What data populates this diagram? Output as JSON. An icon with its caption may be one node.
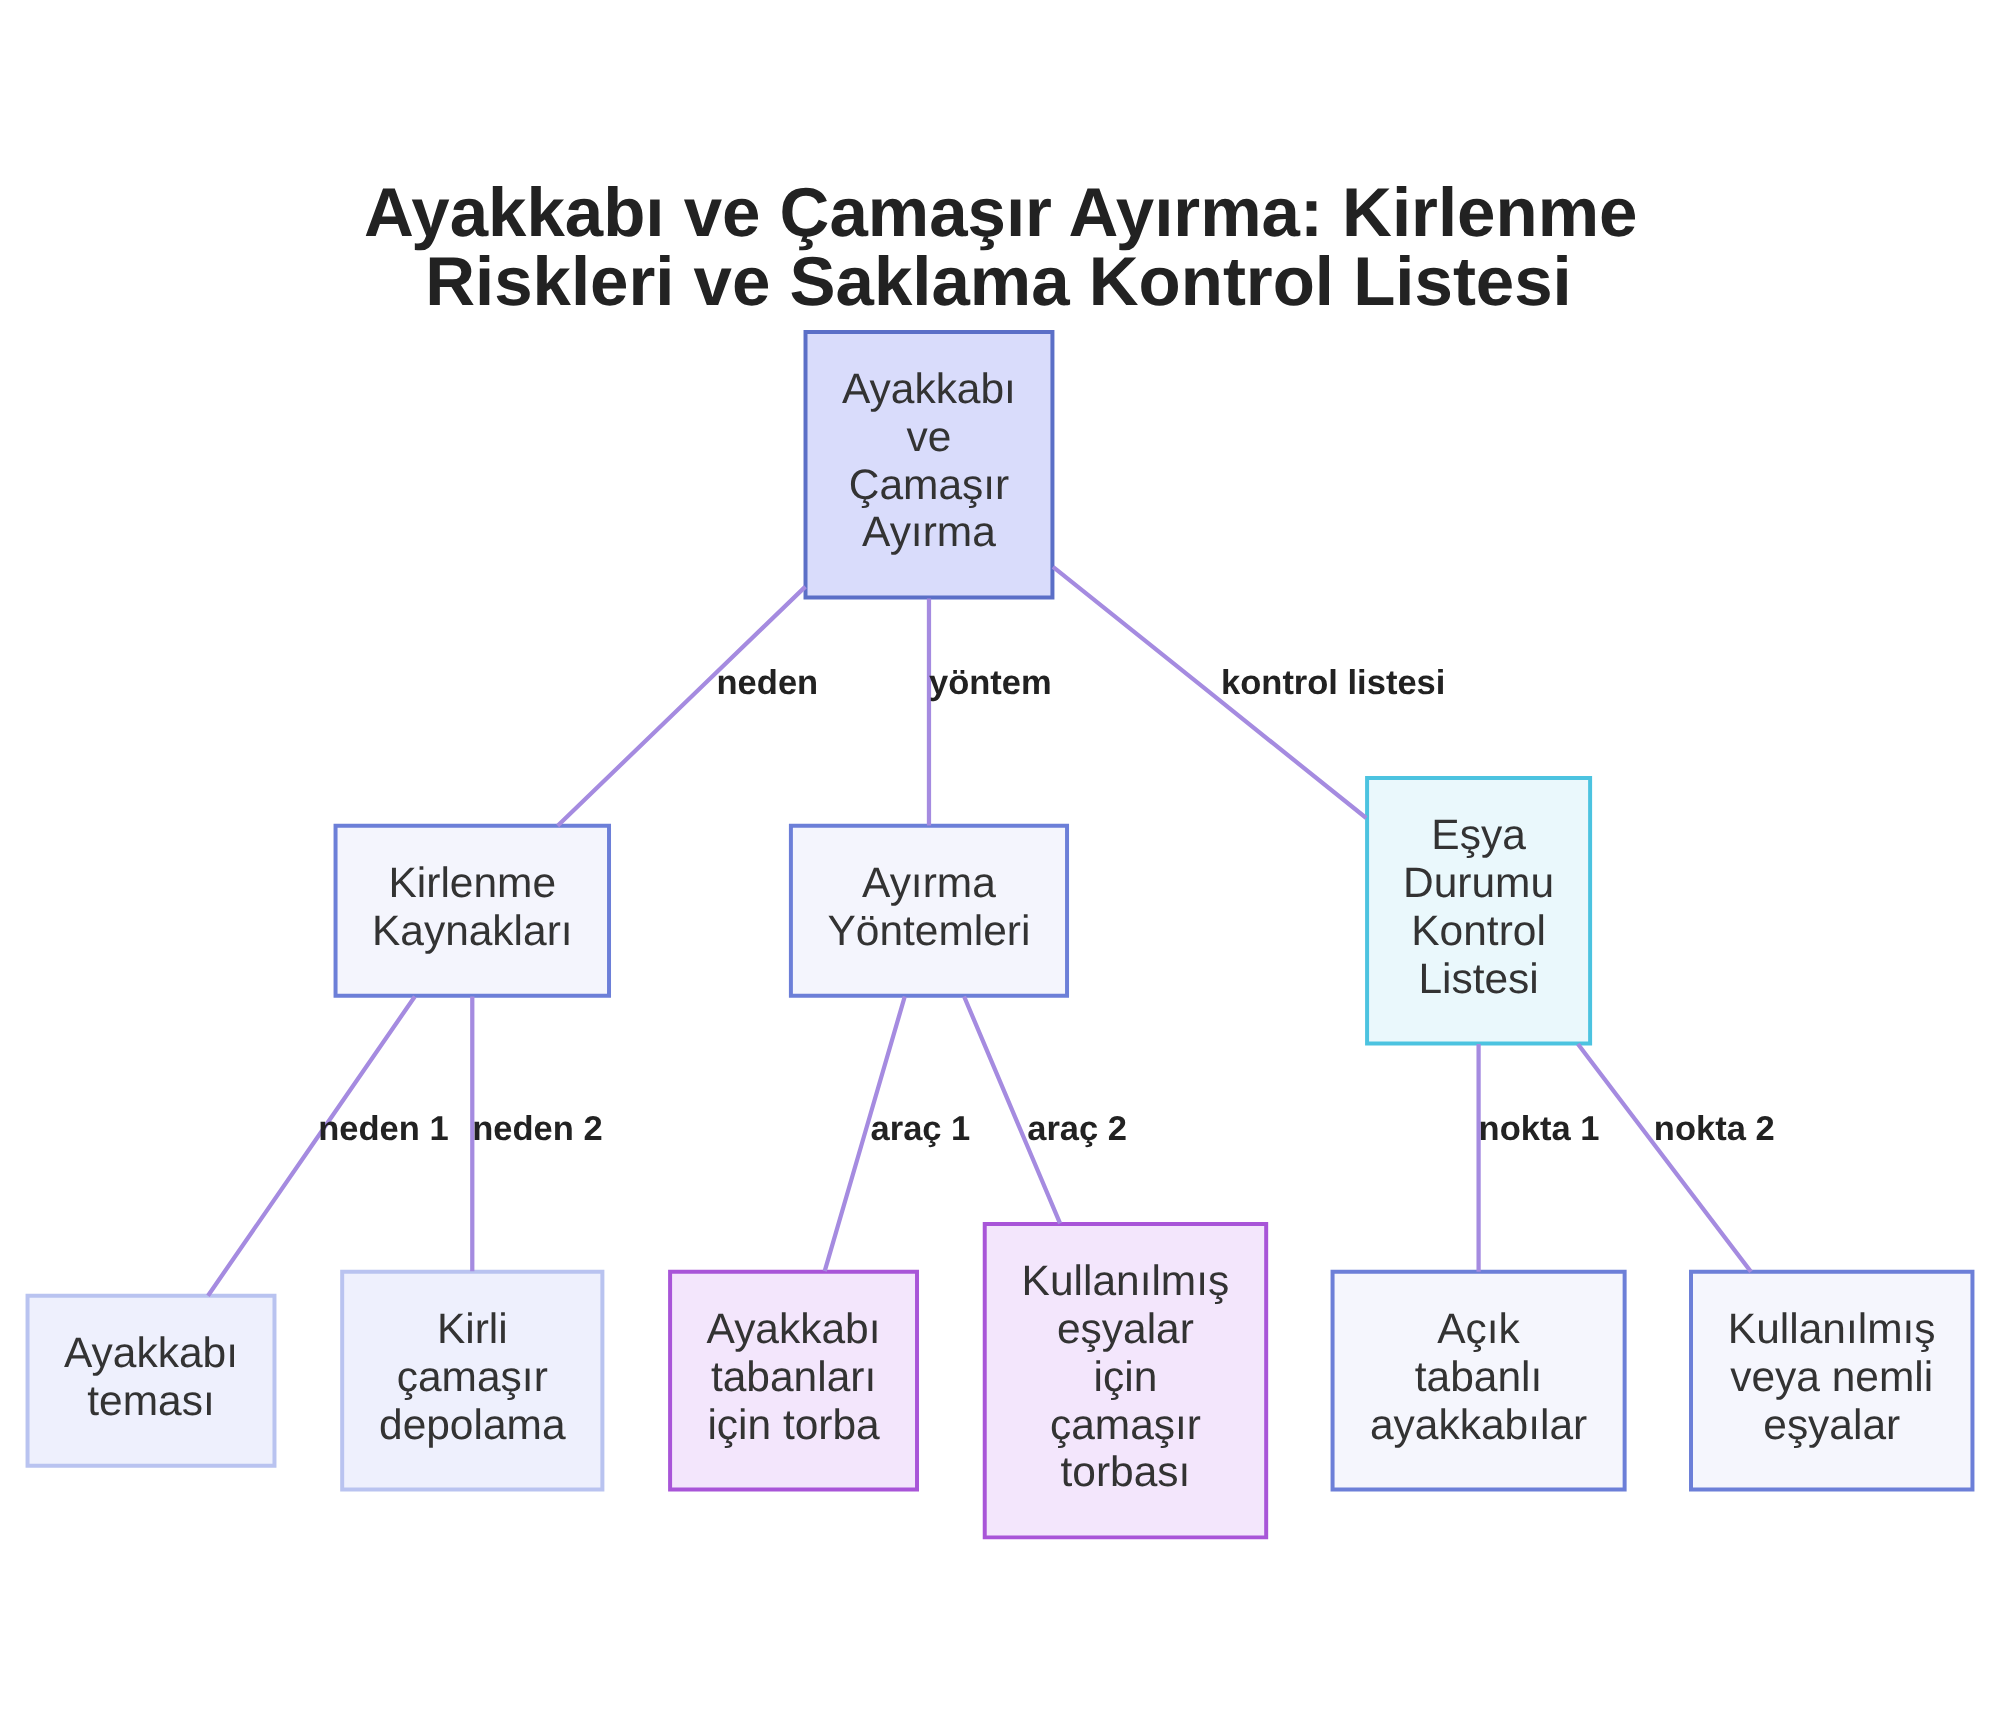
{
  "diagram": {
    "title": "Ayakkabı ve Çamaşır Ayırma: Kirlenme Riskleri ve Saklama Kontrol Listesi",
    "nodes": [
      {
        "text": [
          "Ayakkabı ve Çamaşır Ayırma"
        ]
      },
      {
        "text": [
          "Kirlenme Kaynakları"
        ]
      },
      {
        "text": [
          "Ayırma Yöntemleri"
        ]
      },
      {
        "text": [
          "Eşya Durumu Kontrol Listesi"
        ]
      },
      {
        "text": [
          "Ayakkabı teması"
        ]
      },
      {
        "text": [
          "Kirli çamaşır depolama"
        ]
      },
      {
        "text": [
          "Ayakkabı tabanları için torba"
        ]
      },
      {
        "text": [
          "Kullanılmış eşyalar için çamaşır torbası"
        ]
      },
      {
        "text": [
          "Açık tabanlı ayakkabılar"
        ]
      },
      {
        "text": [
          "Kullanılmış veya nemli eşyalar"
        ]
      }
    ],
    "edges": [
      {
        "from": 0,
        "to": 1,
        "arrow": "none",
        "label": "neden"
      },
      {
        "from": 0,
        "to": 2,
        "arrow": "none",
        "label": "yöntem"
      },
      {
        "from": 0,
        "to": 3,
        "arrow": "none",
        "label": "kontrol listesi"
      },
      {
        "from": 1,
        "to": 4,
        "arrow": "none",
        "label": "neden 1"
      },
      {
        "from": 1,
        "to": 5,
        "arrow": "none",
        "label": "neden 2"
      },
      {
        "from": 2,
        "to": 6,
        "arrow": "none",
        "label": "araç 1"
      },
      {
        "from": 2,
        "to": 7,
        "arrow": "none",
        "label": "araç 2"
      },
      {
        "from": 3,
        "to": 8,
        "arrow": "none",
        "label": "nokta 1"
      },
      {
        "from": 3,
        "to": 9,
        "arrow": "none",
        "label": "nokta 2"
      }
    ]
  }
}
